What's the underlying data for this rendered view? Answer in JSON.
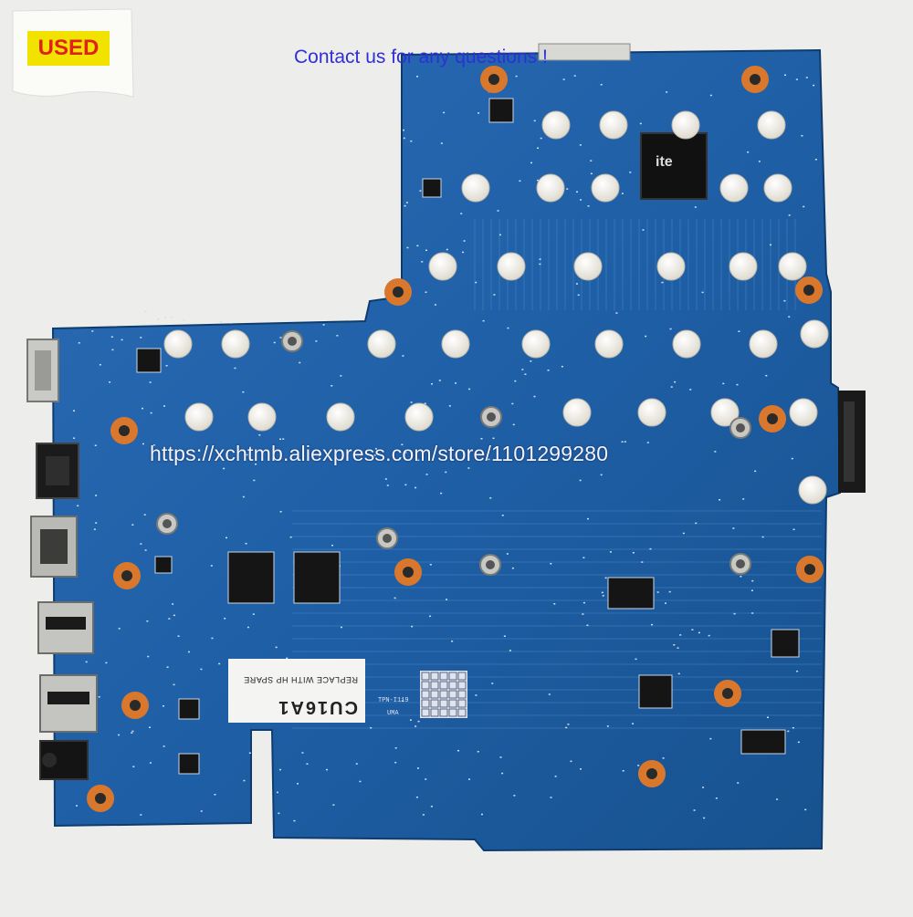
{
  "badge": {
    "text": "USED",
    "text_color": "#e0201c",
    "background": "#f2e200"
  },
  "contact": {
    "text": "Contact us for any questions !",
    "color": "#2f2fd8"
  },
  "watermark": {
    "text": "https://xchtmb.aliexpress.com/store/1101299280",
    "color": "#f4f4ff"
  },
  "board": {
    "label_code": "CU16A1",
    "label_note": "REPLACE WITH HP SPARE",
    "model_tag": "TPN-I119",
    "variant_tag": "UMA",
    "board_color": "#1f5fa6",
    "pad_color": "#e9e6dc",
    "standoff_color": "#d9782c"
  }
}
